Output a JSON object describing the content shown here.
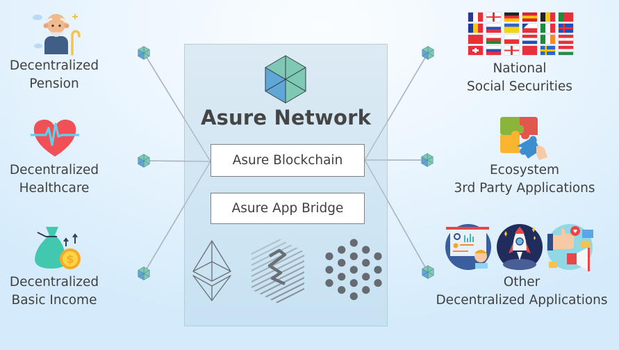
{
  "center": {
    "title": "Asure Network",
    "logo_icon": "asure-hexagon-logo",
    "components": [
      {
        "id": "blockchain",
        "label": "Asure Blockchain"
      },
      {
        "id": "app-bridge",
        "label": "Asure App Bridge"
      }
    ],
    "supported_chains": [
      {
        "name": "ethereum",
        "icon": "ethereum-icon"
      },
      {
        "name": "striped-hexagon-chain",
        "icon": "striped-hexagon-icon"
      },
      {
        "name": "dot-hexagon-chain",
        "icon": "dot-grid-hexagon-icon"
      }
    ]
  },
  "left_nodes": [
    {
      "icon": "elderly-man-icon",
      "line1": "Decentralized",
      "line2": "Pension"
    },
    {
      "icon": "heartbeat-heart-icon",
      "line1": "Decentralized",
      "line2": "Healthcare"
    },
    {
      "icon": "money-bag-coin-icon",
      "line1": "Decentralized",
      "line2": "Basic Income"
    }
  ],
  "right_nodes": [
    {
      "icon": "european-flags-icon",
      "line1": "National",
      "line2": "Social Securities"
    },
    {
      "icon": "puzzle-pieces-icon",
      "line1": "Ecosystem",
      "line2": "3rd Party Applications"
    },
    {
      "icon": "dapp-illustrations-icon",
      "line1": "Other",
      "line2": "Decentralized Applications"
    }
  ],
  "colors": {
    "hex_green": "#7ec8b4",
    "hex_blue": "#5fa7d6",
    "text": "#404040",
    "panel": "#cfe5f3",
    "wire": "#b8bec4"
  }
}
